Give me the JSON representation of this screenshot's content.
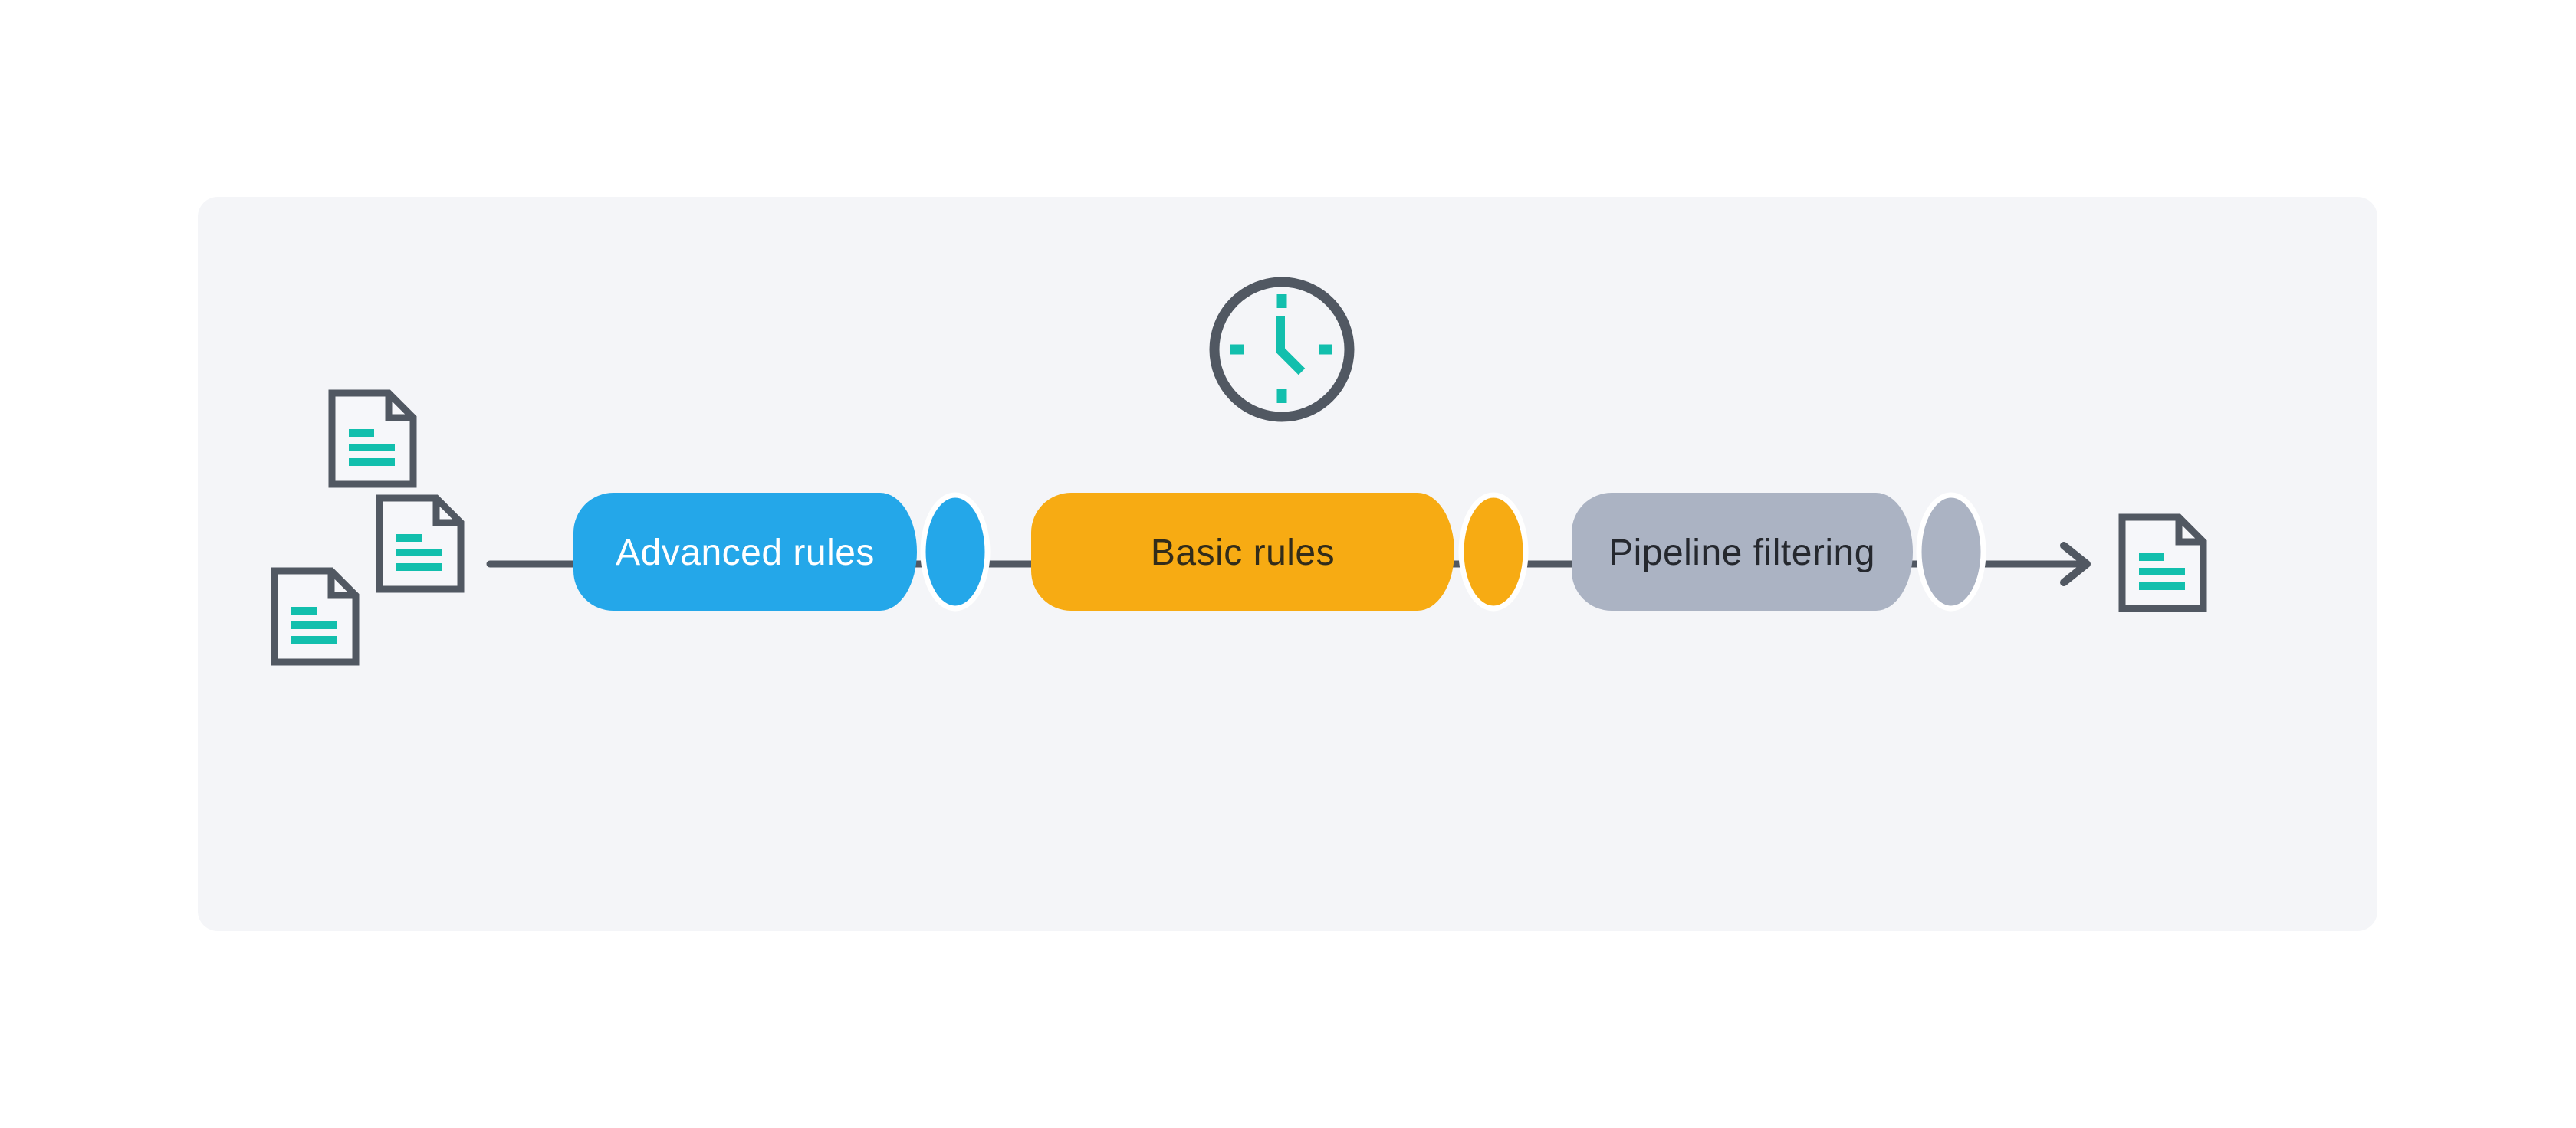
{
  "diagram": {
    "description_role": "processing-pipeline-flow",
    "panel_bg": "#f4f5f8",
    "page_bg": "#ffffff"
  },
  "colors": {
    "outline_dark": "#515862",
    "accent_teal": "#12bfad",
    "cap_gap_white": "#ffffff"
  },
  "icons": {
    "input_documents": [
      "document-icon",
      "document-icon",
      "document-icon"
    ],
    "timer": "clock-icon",
    "flow_arrow": "arrow-right-icon",
    "output_document": "document-icon"
  },
  "pipeline": {
    "stages": [
      {
        "label": "Advanced rules",
        "fill": "#24a7e9",
        "label_color": "#ffffff"
      },
      {
        "label": "Basic rules",
        "fill": "#f7ab13",
        "label_color": "#322c1a"
      },
      {
        "label": "Pipeline filtering",
        "fill": "#abb3c3",
        "label_color": "#25282e"
      }
    ]
  }
}
